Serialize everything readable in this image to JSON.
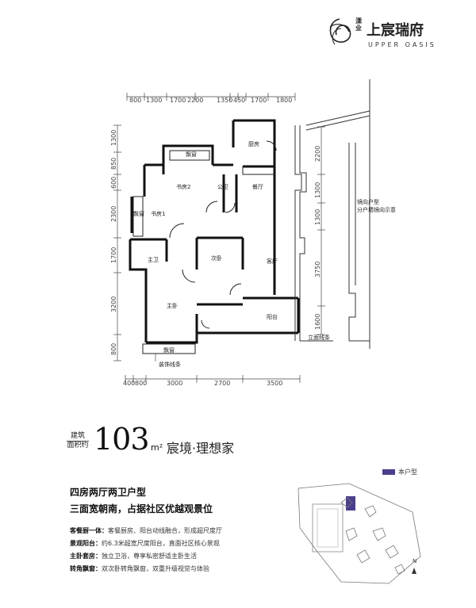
{
  "brand": {
    "cn_small": "溧业",
    "cn_name": "上宸瑞府",
    "en_name": "UPPER OASIS"
  },
  "plan": {
    "top_dims": [
      "800",
      "1300",
      "1700",
      "2200",
      "1350",
      "450",
      "1700",
      "1800"
    ],
    "bottom_dims": [
      "400",
      "800",
      "3000",
      "2700",
      "3500"
    ],
    "left_dims": [
      "1300",
      "850",
      "600",
      "2300",
      "1700",
      "3200",
      "800"
    ],
    "right_dims": [
      "2200",
      "1300",
      "1300",
      "3750",
      "1600"
    ],
    "rooms": {
      "kitchen": "厨房",
      "bay_top": "飘窗",
      "study2": "书房2",
      "public_bath": "公卫",
      "dining": "餐厅",
      "bay_left": "飘窗",
      "study1": "书房1",
      "master_bath": "主卫",
      "second_bed": "次卧",
      "living": "客厅",
      "master_bed": "主卧",
      "balcony": "阳台",
      "bay_bottom": "飘窗"
    },
    "notes": {
      "mirror_note": "镜向户型\n分户墙镜向示意",
      "facade_line_right": "立面线条",
      "facade_line_bottom": "装饰线条"
    }
  },
  "area": {
    "tag_top": "建筑",
    "tag_bottom": "面积约",
    "number": "103",
    "unit": "m²",
    "slogan": "宸境·理想家"
  },
  "type": {
    "title": "四房两厅两卫户型",
    "subtitle": "三面宽朝南，占据社区优越观景位"
  },
  "features": [
    {
      "label": "客餐厨一体：",
      "text": "客餐厨房、阳台动线融合，形成超尺度厅"
    },
    {
      "label": "景观阳台：",
      "text": "约6.3米超宽尺度阳台，直面社区核心景观"
    },
    {
      "label": "主卧套房：",
      "text": "独立卫浴，尊享私密舒适主卧生活"
    },
    {
      "label": "转角飘窗：",
      "text": "双次卧转角飘窗，双重升级视觉与体验"
    }
  ],
  "legend": {
    "label": "本户型",
    "color": "#4a3f8c"
  },
  "sitemap": {
    "north": "N"
  }
}
